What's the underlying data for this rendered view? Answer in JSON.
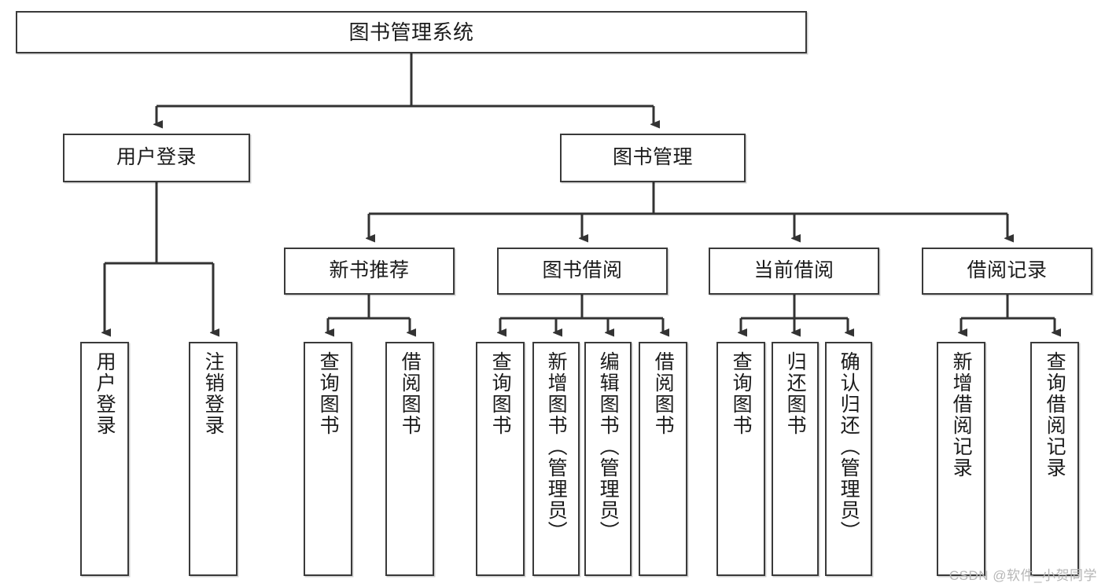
{
  "diagram": {
    "type": "tree-hierarchy-chart",
    "title": "图书管理系统",
    "watermark": "CSDN @软件_小贺同学",
    "colors": {
      "box_border": "#3a3a3a",
      "box_fill": "#ffffff",
      "connector": "#333333",
      "text": "#1b1b1b",
      "watermark": "#b6b6b6"
    },
    "root": {
      "label": "图书管理系统"
    },
    "level2": [
      {
        "label": "用户登录"
      },
      {
        "label": "图书管理"
      }
    ],
    "level3": [
      {
        "label": "新书推荐"
      },
      {
        "label": "图书借阅"
      },
      {
        "label": "当前借阅"
      },
      {
        "label": "借阅记录"
      }
    ],
    "leaves": {
      "user_login": [
        {
          "label": "用户登录"
        },
        {
          "label": "注销登录"
        }
      ],
      "new_book_recommend": [
        {
          "label": "查询图书"
        },
        {
          "label": "借阅图书"
        }
      ],
      "book_borrow": [
        {
          "label": "查询图书"
        },
        {
          "label": "新增图书（管理员）"
        },
        {
          "label": "编辑图书（管理员）"
        },
        {
          "label": "借阅图书"
        }
      ],
      "current_borrow": [
        {
          "label": "查询图书"
        },
        {
          "label": "归还图书"
        },
        {
          "label": "确认归还（管理员）"
        }
      ],
      "borrow_record": [
        {
          "label": "新增借阅记录"
        },
        {
          "label": "查询借阅记录"
        }
      ]
    }
  }
}
